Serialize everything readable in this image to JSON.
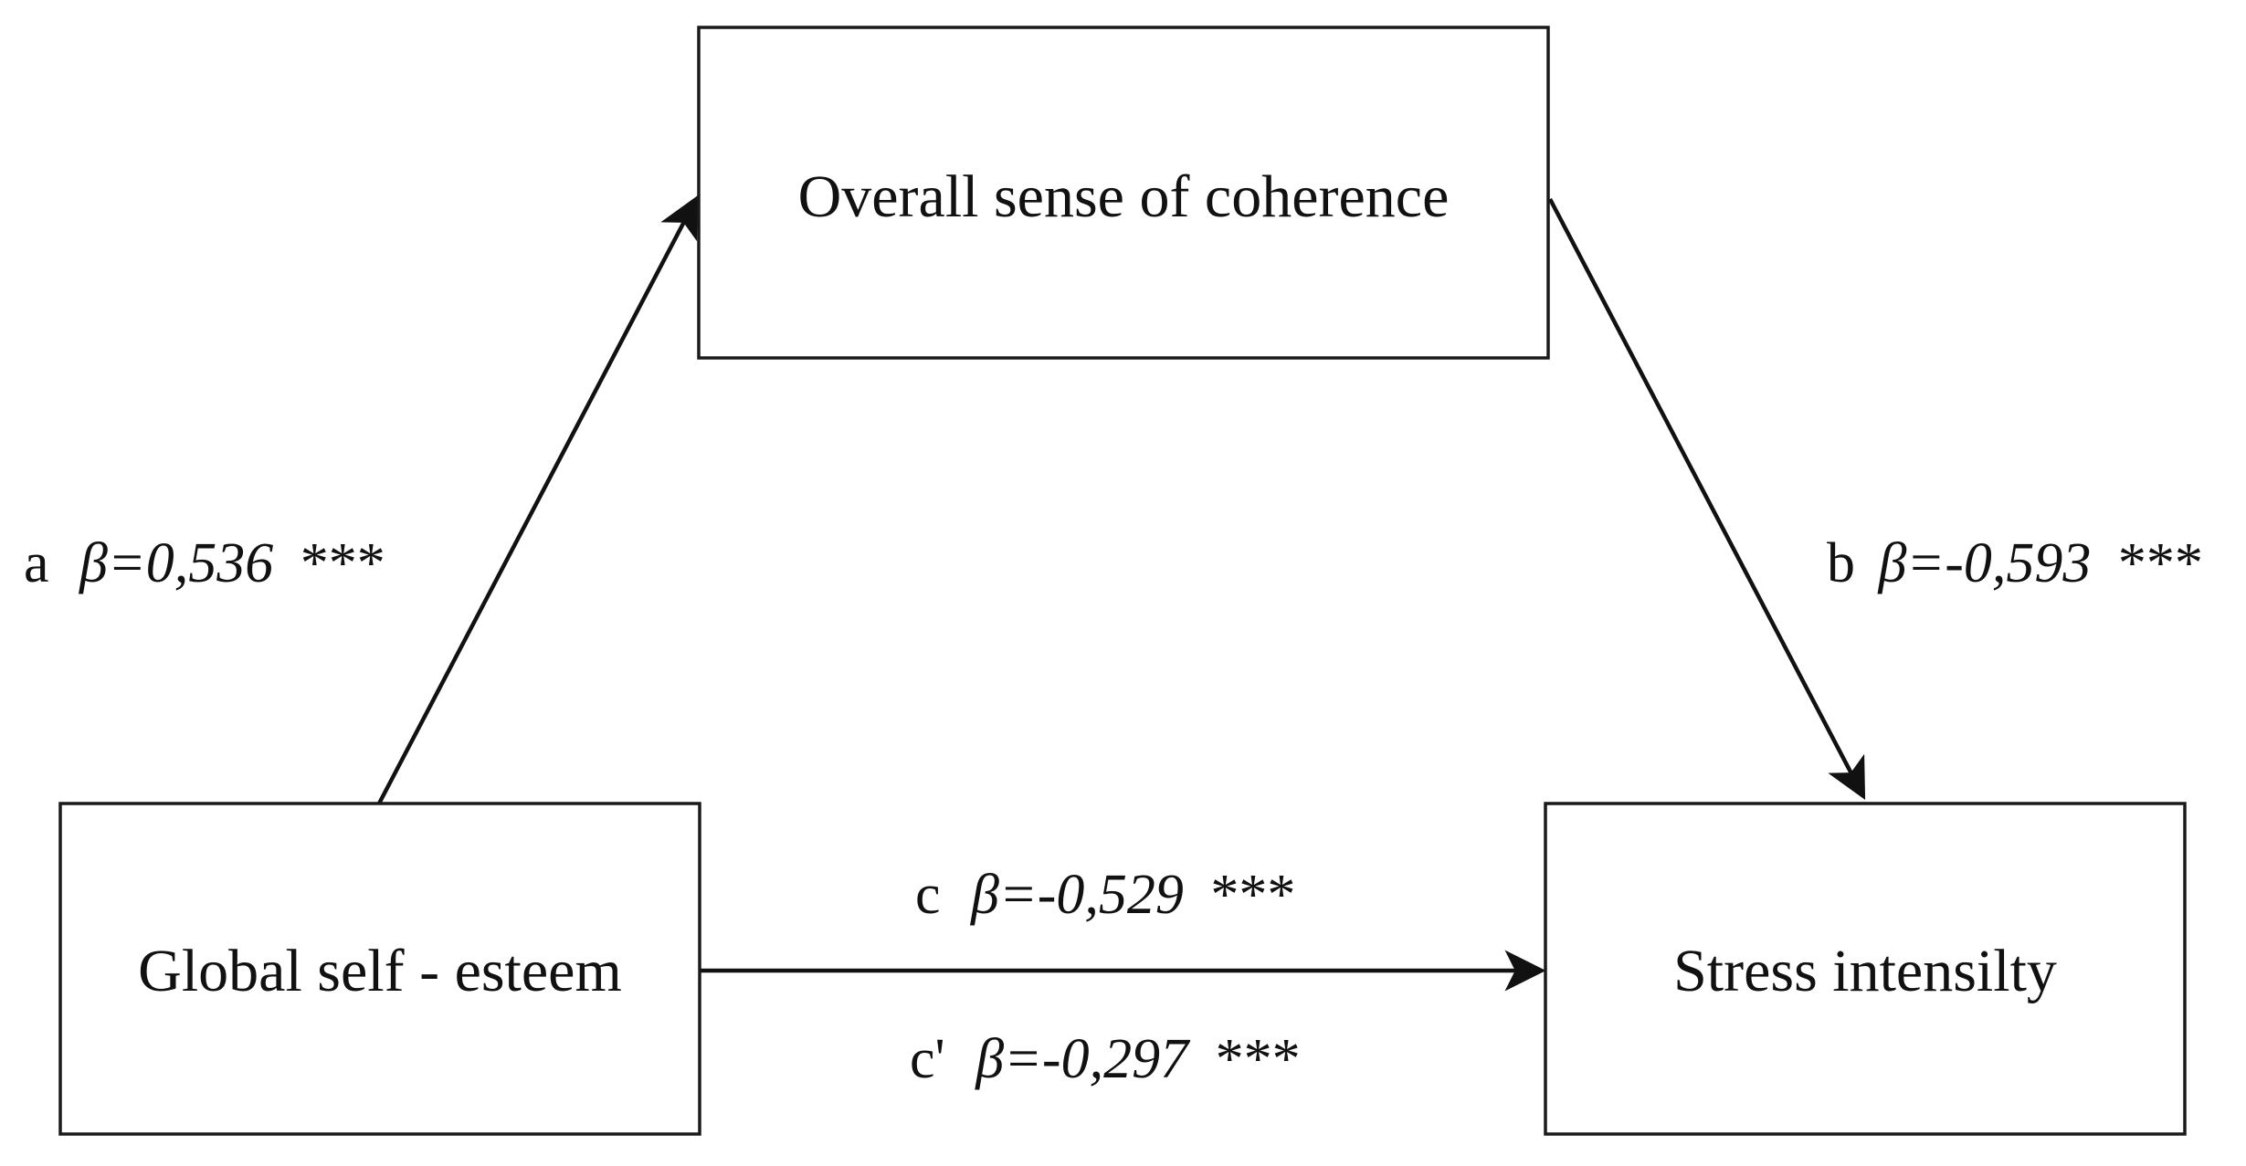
{
  "nodes": {
    "mediator": {
      "label": "Overall sense of coherence"
    },
    "predictor": {
      "label": "Global self - esteem"
    },
    "outcome": {
      "label": "Stress intensilty"
    }
  },
  "paths": {
    "a": {
      "letter": "a",
      "coefficient": "β=0,536",
      "significance": "***"
    },
    "b": {
      "letter": "b",
      "coefficient": "β=-0,593",
      "significance": "***"
    },
    "c": {
      "letter": "c",
      "coefficient": "β=-0,529",
      "significance": "***"
    },
    "c_prime": {
      "letter": "c'",
      "coefficient": "β=-0,297",
      "significance": "***"
    }
  },
  "colors": {
    "line": "#111111",
    "box_border": "#1a1a1a",
    "background": "#ffffff"
  }
}
